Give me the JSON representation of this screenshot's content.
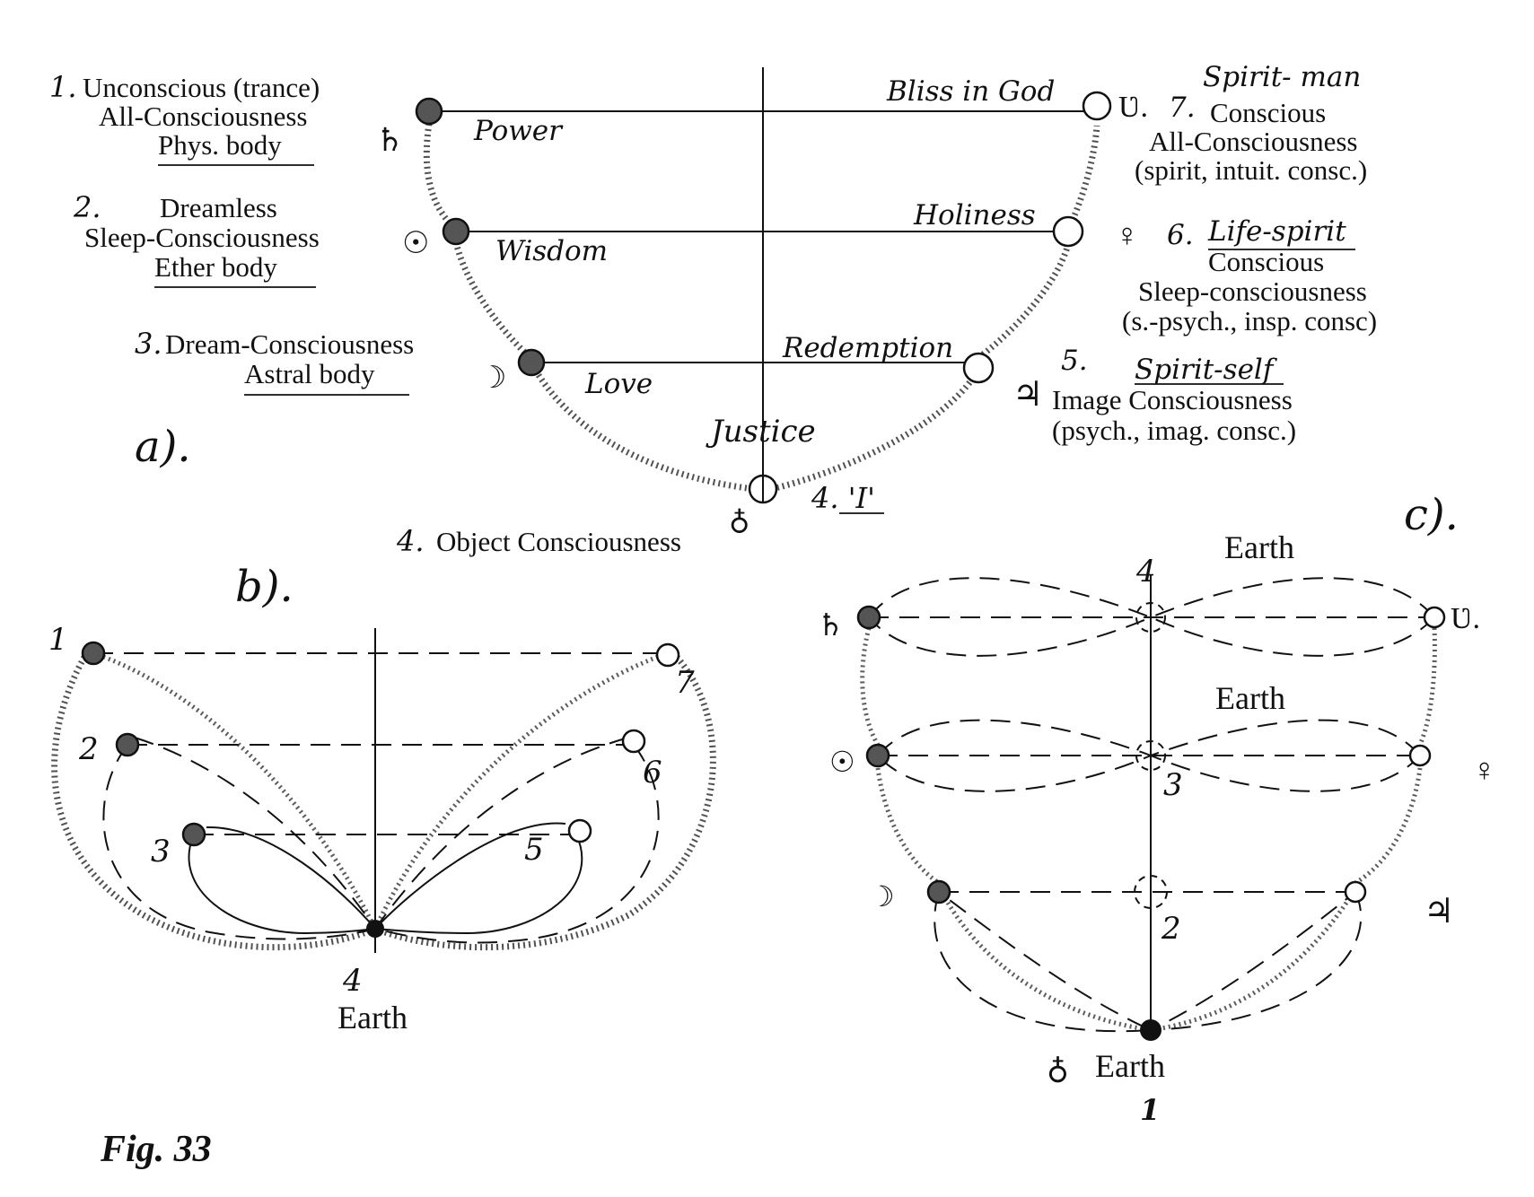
{
  "figure_label": "Fig. 33",
  "panel_a": {
    "label": "a).",
    "left": [
      {
        "num": "1.",
        "lines": [
          "Unconscious (trance)",
          "All-Consciousness",
          "Phys. body"
        ],
        "symbol": "♄",
        "virtue": "Power"
      },
      {
        "num": "2.",
        "lines": [
          "Dreamless",
          "Sleep-Consciousness",
          "Ether body"
        ],
        "symbol": "☉",
        "virtue": "Wisdom"
      },
      {
        "num": "3.",
        "lines": [
          "Dream-Consciousness",
          "Astral body"
        ],
        "symbol": "☽",
        "virtue": "Love"
      }
    ],
    "right": [
      {
        "num": "7.",
        "title": "Spirit- man",
        "lines": [
          "Conscious",
          "All-Consciousness",
          "(spirit, intuit. consc.)"
        ],
        "symbol": "Ʋ.",
        "virtue": "Bliss in God"
      },
      {
        "num": "6.",
        "title": "Life-spirit",
        "lines": [
          "Conscious",
          "Sleep-consciousness",
          "(s.-psych., insp. consc)"
        ],
        "symbol": "♀",
        "virtue": "Holiness"
      },
      {
        "num": "5.",
        "title": "Spirit-self",
        "lines": [
          "Image Consciousness",
          "(psych., imag. consc.)"
        ],
        "symbol": "♃",
        "virtue": "Redemption"
      }
    ],
    "center": {
      "virtue": "Justice",
      "i_label": "4. 'I'",
      "bottom": "Object Consciousness",
      "bottom_num": "4.",
      "earth_symbol": "♁"
    }
  },
  "panel_b": {
    "label": "b).",
    "nums": [
      "1",
      "2",
      "3",
      "7",
      "6",
      "5"
    ],
    "bottom_num": "4",
    "bottom_label": "Earth"
  },
  "panel_c": {
    "label": "c).",
    "earth_top": "Earth",
    "earth_mid": "Earth",
    "nums_center": [
      "4",
      "3",
      "2"
    ],
    "symbols_left": [
      "♄",
      "☉",
      "☽"
    ],
    "symbols_right": [
      "Ʋ.",
      "♀",
      "♃"
    ],
    "bottom_symbol": "♁",
    "bottom_label": "Earth",
    "bottom_num": "1"
  }
}
